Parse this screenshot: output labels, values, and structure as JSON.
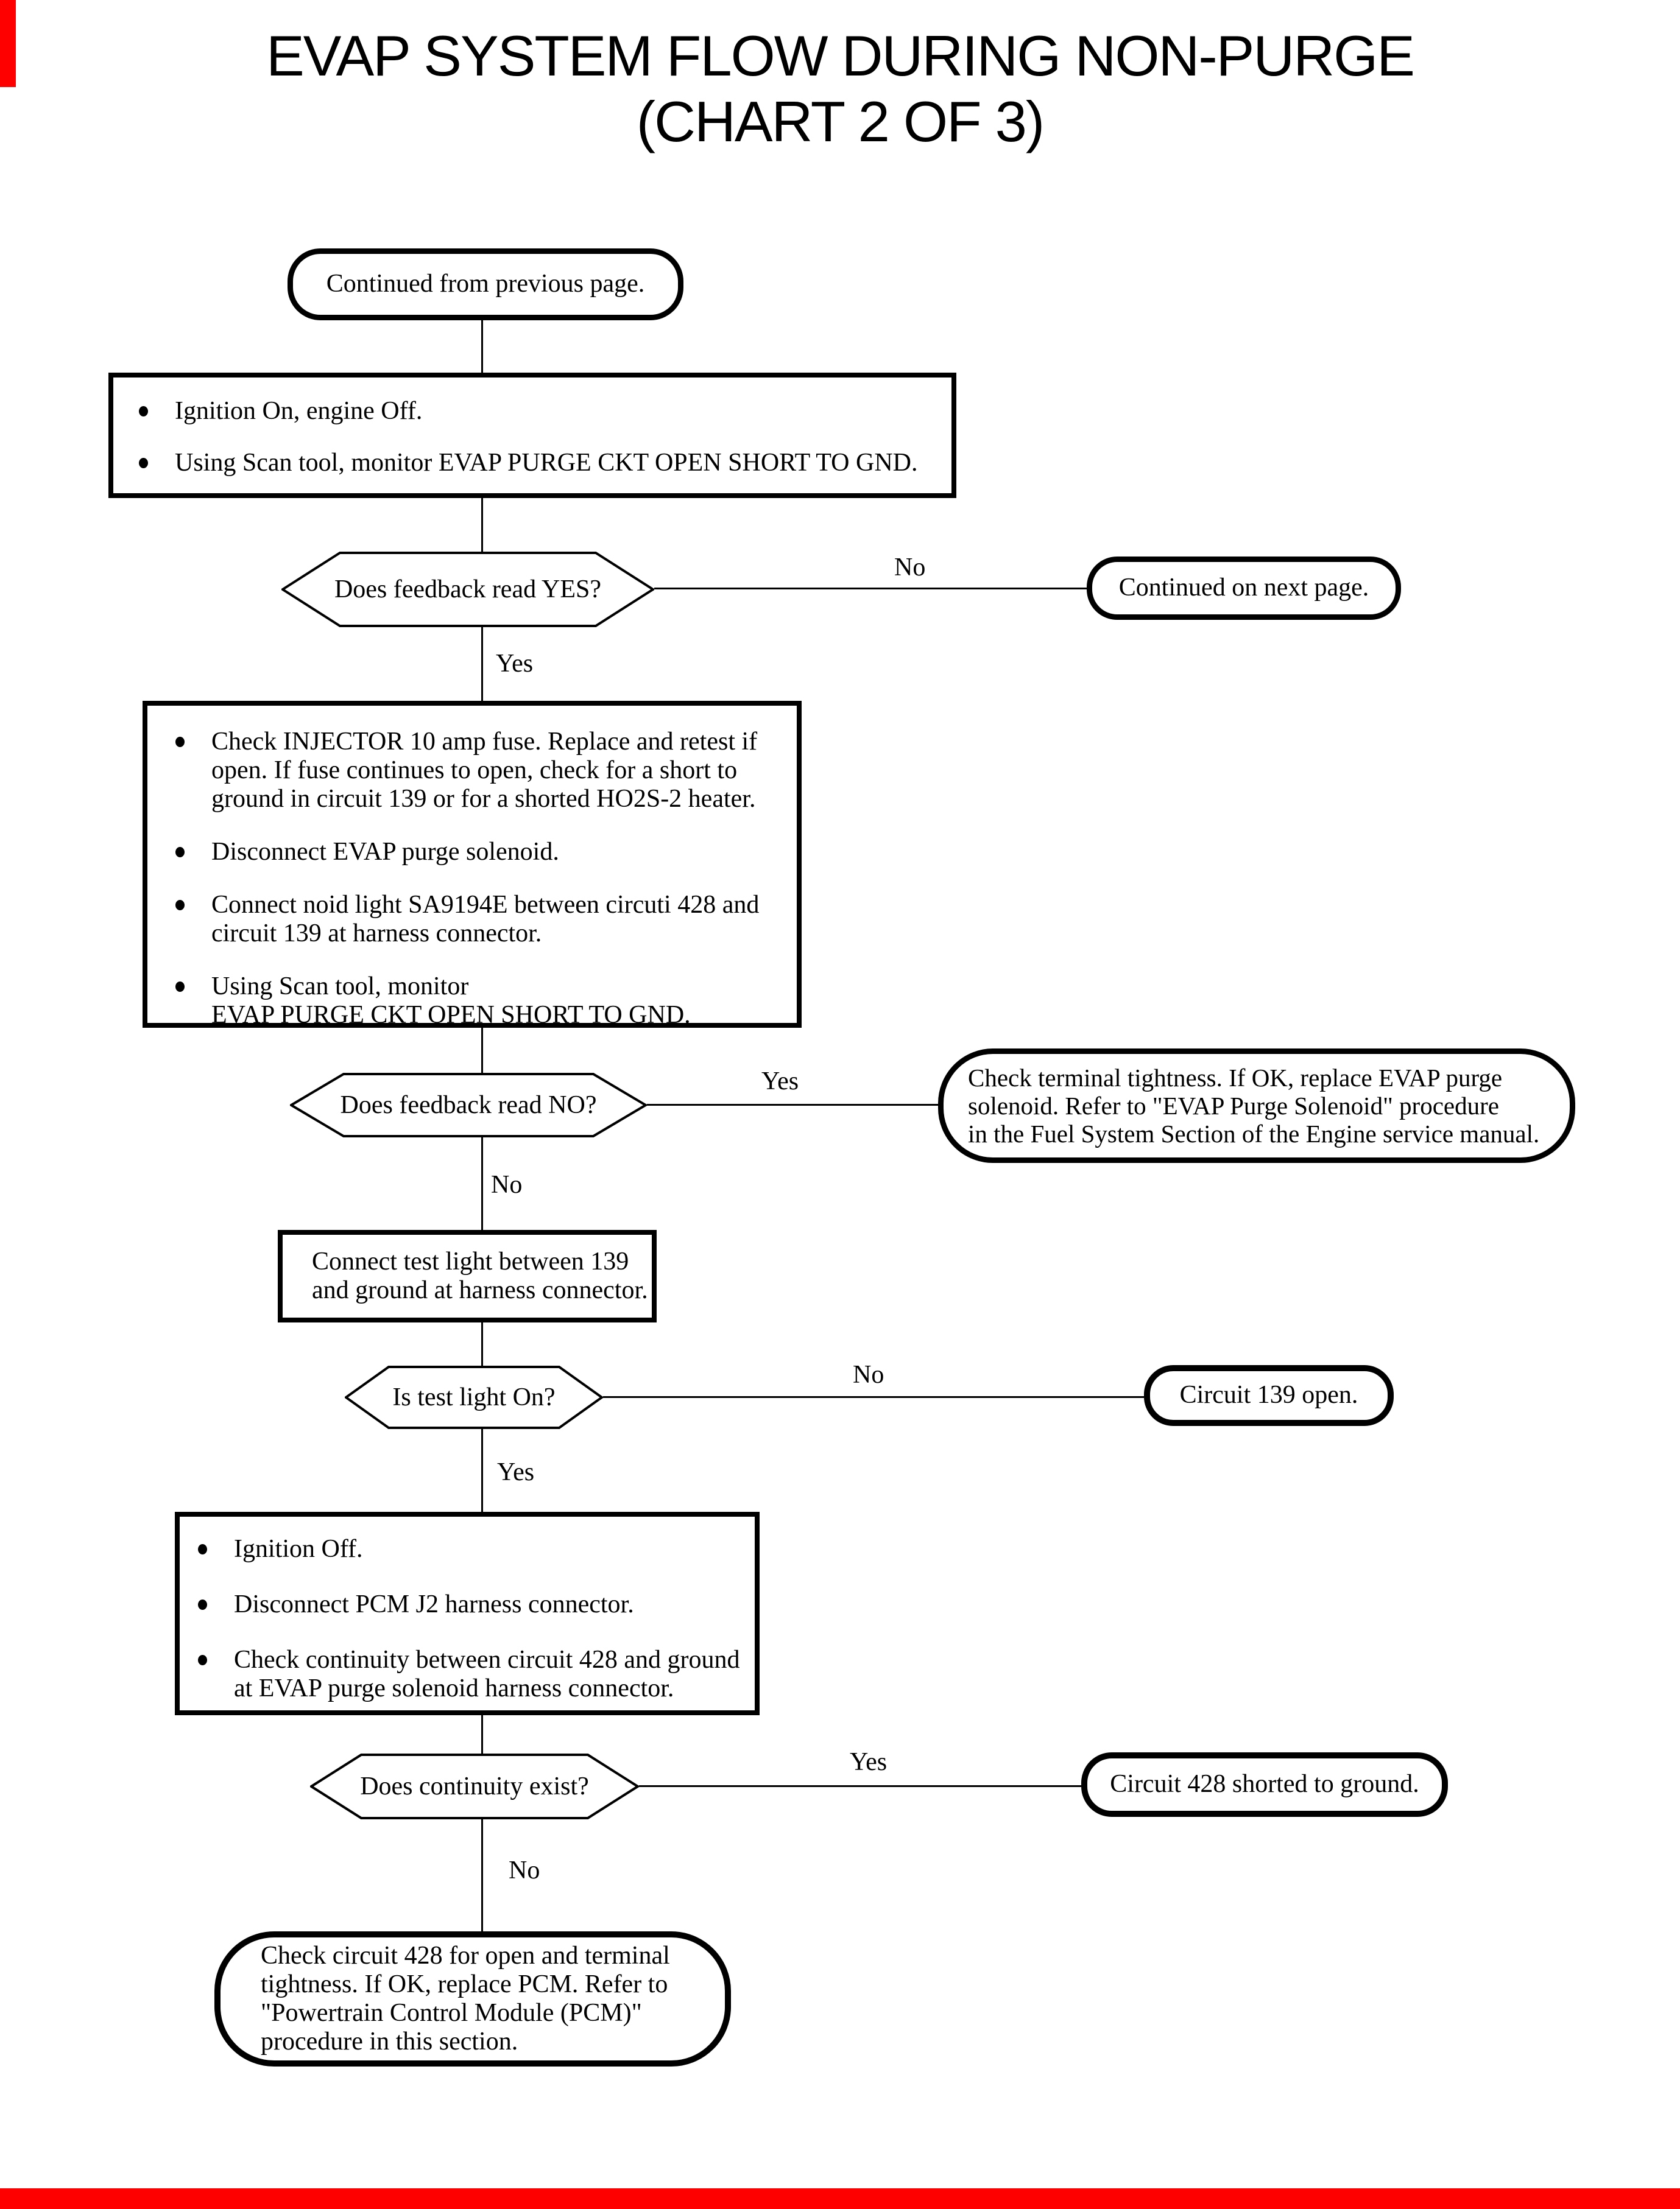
{
  "title": {
    "line1": "EVAP SYSTEM FLOW DURING NON-PURGE",
    "line2": "(CHART 2 OF 3)"
  },
  "colors": {
    "ink": "#000000",
    "paper": "#ffffff",
    "edge_mark_red": "#ff0000"
  },
  "nodes": {
    "start": {
      "text": "Continued from previous page."
    },
    "step1": {
      "bullets": [
        {
          "lines": [
            "Ignition On, engine Off."
          ]
        },
        {
          "lines": [
            "Using Scan tool, monitor EVAP PURGE CKT OPEN SHORT TO GND."
          ]
        }
      ]
    },
    "decision1": {
      "text": "Does feedback read YES?"
    },
    "continue_next": {
      "text": "Continued on next page."
    },
    "step2": {
      "bullets": [
        {
          "lines": [
            "Check INJECTOR 10 amp fuse. Replace and retest if",
            "open. If fuse continues to open, check for a short to",
            "ground in circuit 139 or for a shorted HO2S-2 heater."
          ]
        },
        {
          "lines": [
            "Disconnect EVAP purge solenoid."
          ]
        },
        {
          "lines": [
            "Connect noid light SA9194E between circuti 428 and",
            "circuit 139 at harness connector."
          ]
        },
        {
          "lines": [
            "Using Scan tool, monitor",
            "EVAP PURGE CKT OPEN SHORT TO GND."
          ]
        }
      ]
    },
    "decision2": {
      "text": "Does feedback read NO?"
    },
    "replace_solenoid": {
      "lines": [
        "Check terminal tightness. If OK, replace EVAP purge",
        "solenoid. Refer to \"EVAP Purge Solenoid\" procedure",
        "in the Fuel System Section of the Engine service manual."
      ]
    },
    "step3": {
      "lines": [
        "Connect test light between 139",
        "and ground at harness connector."
      ]
    },
    "decision3": {
      "text": "Is test light On?"
    },
    "circuit139": {
      "text": "Circuit 139 open."
    },
    "step4": {
      "bullets": [
        {
          "lines": [
            "Ignition Off."
          ]
        },
        {
          "lines": [
            "Disconnect PCM J2 harness connector."
          ]
        },
        {
          "lines": [
            "Check continuity between circuit 428 and ground",
            "at EVAP purge solenoid harness connector."
          ]
        }
      ]
    },
    "decision4": {
      "text": "Does continuity exist?"
    },
    "circuit428": {
      "text": "Circuit 428 shorted to ground."
    },
    "final": {
      "lines": [
        "Check circuit 428 for open and terminal",
        "tightness. If OK, replace PCM. Refer to",
        "\"Powertrain Control Module (PCM)\"",
        "procedure in this section."
      ]
    }
  },
  "edge_labels": {
    "decision1_no": "No",
    "decision1_yes": "Yes",
    "decision2_yes": "Yes",
    "decision2_no": "No",
    "decision3_no": "No",
    "decision3_yes": "Yes",
    "decision4_yes": "Yes",
    "decision4_no": "No"
  }
}
